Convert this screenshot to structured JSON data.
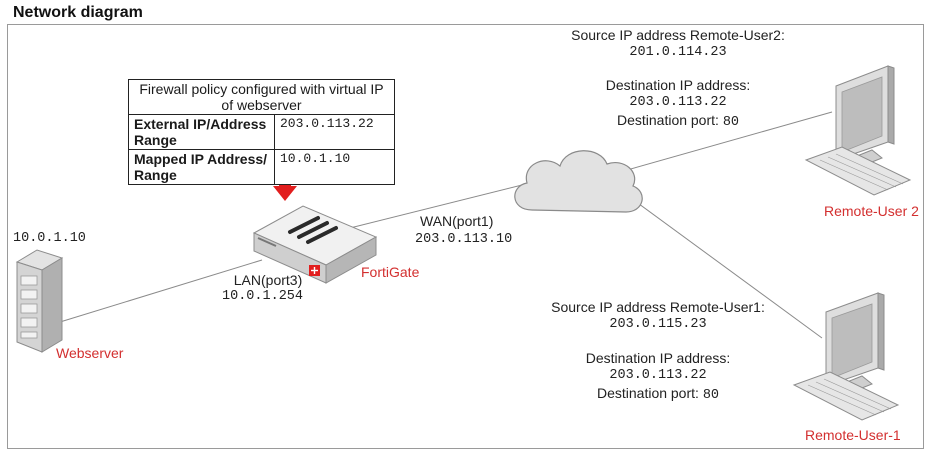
{
  "title": "Network diagram",
  "policy_table": {
    "header": "Firewall policy configured with virtual IP of webserver",
    "rows": [
      {
        "key": "External IP/Address Range",
        "value": "203.0.113.22"
      },
      {
        "key": "Mapped IP Address/ Range",
        "value": "10.0.1.10"
      }
    ]
  },
  "webserver": {
    "ip": "10.0.1.10",
    "label": "Webserver"
  },
  "fortigate": {
    "label": "FortiGate",
    "lan_label": "LAN(port3)",
    "lan_ip": "10.0.1.254",
    "wan_label": "WAN(port1)",
    "wan_ip": "203.0.113.10"
  },
  "remote_user2": {
    "label": "Remote-User 2",
    "src_label": "Source IP address Remote-User2:",
    "src_ip": "201.0.114.23",
    "dst_label": "Destination IP address:",
    "dst_ip": "203.0.113.22",
    "port_label": "Destination port: ",
    "port": "80"
  },
  "remote_user1": {
    "label": "Remote-User-1",
    "src_label": "Source IP address Remote-User1:",
    "src_ip": "203.0.115.23",
    "dst_label": "Destination IP address:",
    "dst_ip": "203.0.113.22",
    "port_label": "Destination port: ",
    "port": "80"
  },
  "colors": {
    "label_red": "#d32f2f",
    "arrow_red": "#e21e1e",
    "line_gray": "#8a8a8a"
  }
}
